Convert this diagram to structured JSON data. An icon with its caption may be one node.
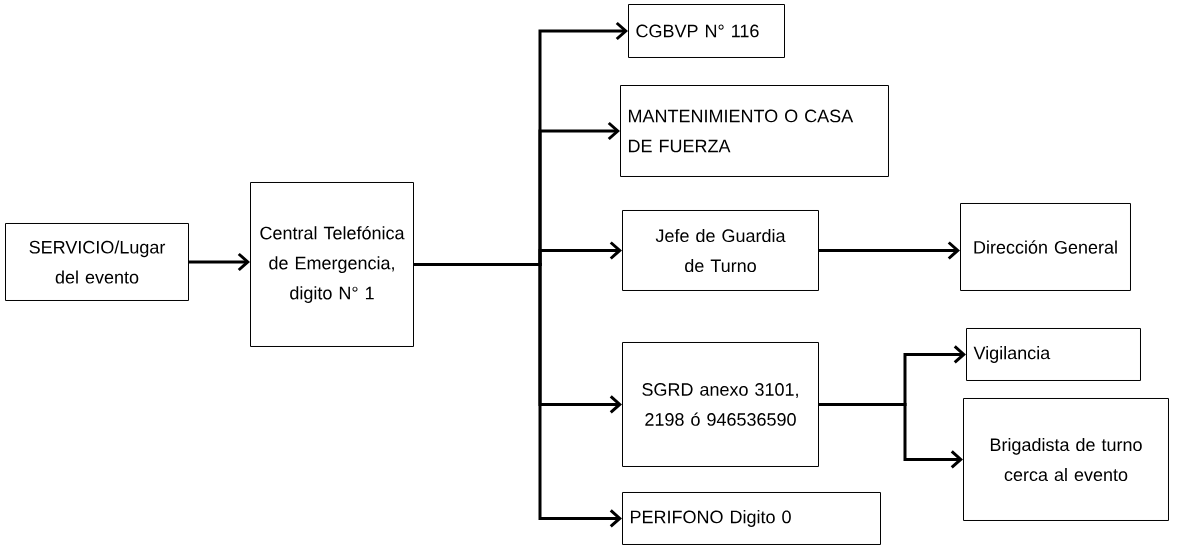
{
  "diagram": {
    "nodes": [
      {
        "text": [
          "SERVICIO/Lugar del evento"
        ]
      },
      {
        "text": [
          "Central Telefónica de Emergencia, digito N° 1"
        ]
      },
      {
        "text": [
          "CGBVP N° 116"
        ]
      },
      {
        "text": [
          "MANTENIMIENTO O CASA DE FUERZA"
        ]
      },
      {
        "text": [
          "Jefe de Guardia de Turno"
        ]
      },
      {
        "text": [
          "Dirección General"
        ]
      },
      {
        "text": [
          "SGRD anexo 3101, 2198 ó 946536590"
        ]
      },
      {
        "text": [
          "Vigilancia"
        ]
      },
      {
        "text": [
          "Brigadista de turno cerca al evento"
        ]
      },
      {
        "text": [
          "PERIFONO Digito 0"
        ]
      }
    ],
    "edges": [
      {
        "from": 0,
        "to": 1,
        "arrow": "to"
      },
      {
        "from": 1,
        "to": 2,
        "arrow": "to"
      },
      {
        "from": 1,
        "to": 3,
        "arrow": "to"
      },
      {
        "from": 1,
        "to": 4,
        "arrow": "to"
      },
      {
        "from": 1,
        "to": 6,
        "arrow": "to"
      },
      {
        "from": 1,
        "to": 9,
        "arrow": "to"
      },
      {
        "from": 4,
        "to": 5,
        "arrow": "to"
      },
      {
        "from": 6,
        "to": 7,
        "arrow": "to"
      },
      {
        "from": 6,
        "to": 8,
        "arrow": "to"
      }
    ]
  }
}
